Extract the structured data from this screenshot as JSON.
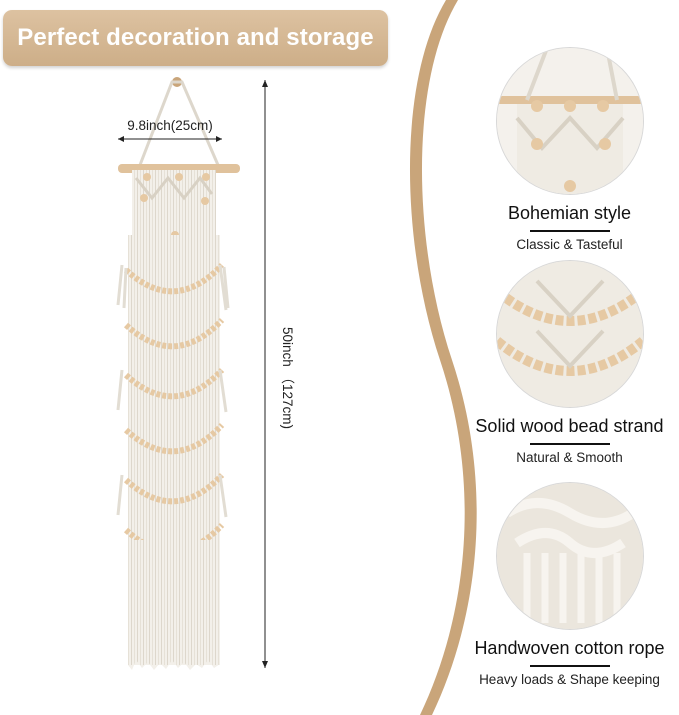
{
  "banner": {
    "title": "Perfect decoration and storage"
  },
  "dimensions": {
    "width_label": "9.8inch(25cm)",
    "height_label": "50inch （127cm)"
  },
  "features": [
    {
      "title": "Bohemian style",
      "subtitle": "Classic & Tasteful"
    },
    {
      "title": "Solid wood bead strand",
      "subtitle": "Natural & Smooth"
    },
    {
      "title": "Handwoven cotton rope",
      "subtitle": "Heavy loads & Shape keeping"
    }
  ],
  "colors": {
    "banner": "#d2b48c",
    "wave": "#c9a57a",
    "cotton": "#f2efe8",
    "bead": "#e6c9a3"
  }
}
